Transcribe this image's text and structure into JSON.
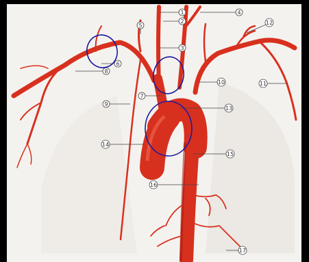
{
  "figure": {
    "background_color": "#000000",
    "panel_color": "#f4f2ef",
    "artery_color": "#d8301e",
    "highlight_color": "#1a1aa0"
  },
  "labels": [
    {
      "id": "1",
      "text": "1"
    },
    {
      "id": "2",
      "text": "2"
    },
    {
      "id": "3",
      "text": "3"
    },
    {
      "id": "4",
      "text": "4"
    },
    {
      "id": "5",
      "text": "5"
    },
    {
      "id": "6",
      "text": "6"
    },
    {
      "id": "7",
      "text": "7"
    },
    {
      "id": "8",
      "text": "8"
    },
    {
      "id": "9",
      "text": "9"
    },
    {
      "id": "10",
      "text": "10"
    },
    {
      "id": "11",
      "text": "11"
    },
    {
      "id": "12",
      "text": "12"
    },
    {
      "id": "13",
      "text": "13"
    },
    {
      "id": "14",
      "text": "14"
    },
    {
      "id": "15",
      "text": "15"
    },
    {
      "id": "16",
      "text": "16"
    },
    {
      "id": "17",
      "text": "17"
    }
  ],
  "highlights": [
    {
      "name": "circle-left-upper"
    },
    {
      "name": "circle-center-upper"
    },
    {
      "name": "circle-aortic-arch"
    }
  ]
}
